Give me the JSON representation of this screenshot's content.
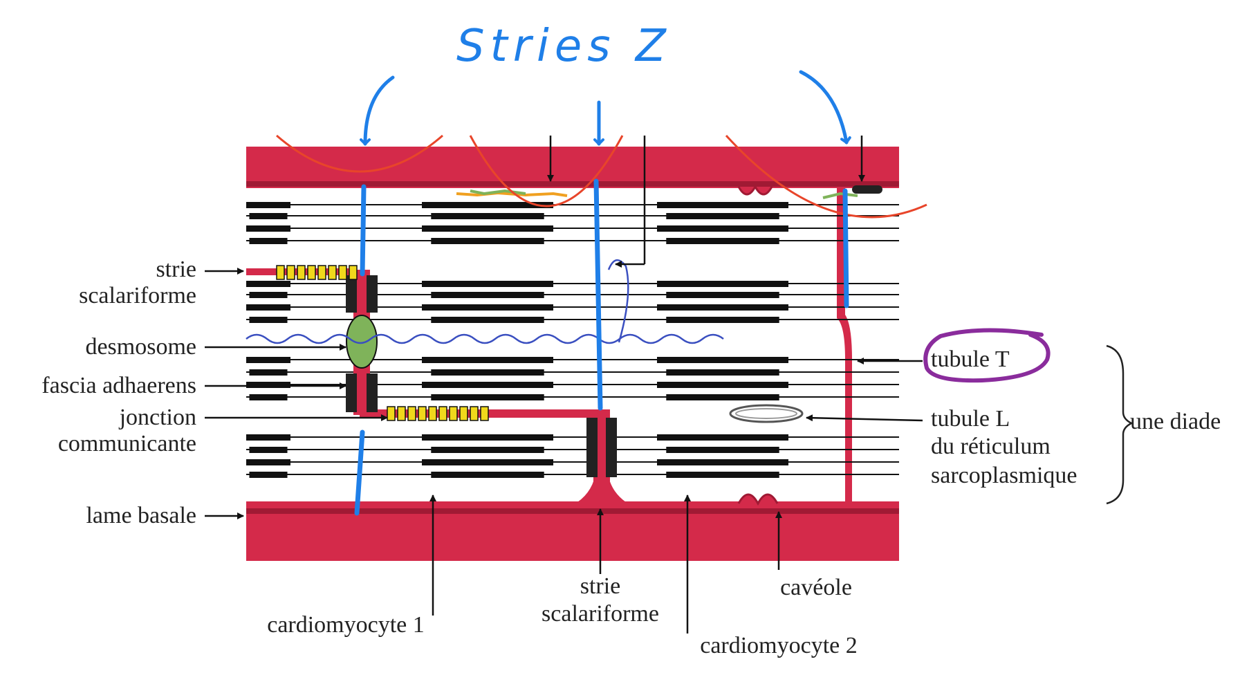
{
  "annotations": {
    "handwritten_title": "Stries Z",
    "pen_color": "#1f7fe8",
    "circle_color": "#8a2c9c",
    "arc_color": "#e8452a"
  },
  "labels": {
    "strie_scalariforme_left_1": "strie",
    "strie_scalariforme_left_2": "scalariforme",
    "desmosome": "desmosome",
    "fascia_adhaerens": "fascia adhaerens",
    "jonction_1": "jonction",
    "jonction_2": "communicante",
    "lame_basale": "lame basale",
    "cardiomyocyte_1": "cardiomyocyte 1",
    "strie_bottom_1": "strie",
    "strie_bottom_2": "scalariforme",
    "cardiomyocyte_2": "cardiomyocyte 2",
    "caveole": "cavéole",
    "tubule_t": "tubule T",
    "tubule_l_1": "tubule L",
    "tubule_l_2": "du réticulum",
    "tubule_l_3": "sarcoplasmique",
    "diade": "une diade"
  },
  "colors": {
    "membrane": "#d42a4a",
    "membrane_dark": "#a01a34",
    "filament": "#111111",
    "gap_junction": "#f0d81c",
    "desmosome": "#7fb35a",
    "wavy_line": "#3a4fc0"
  }
}
